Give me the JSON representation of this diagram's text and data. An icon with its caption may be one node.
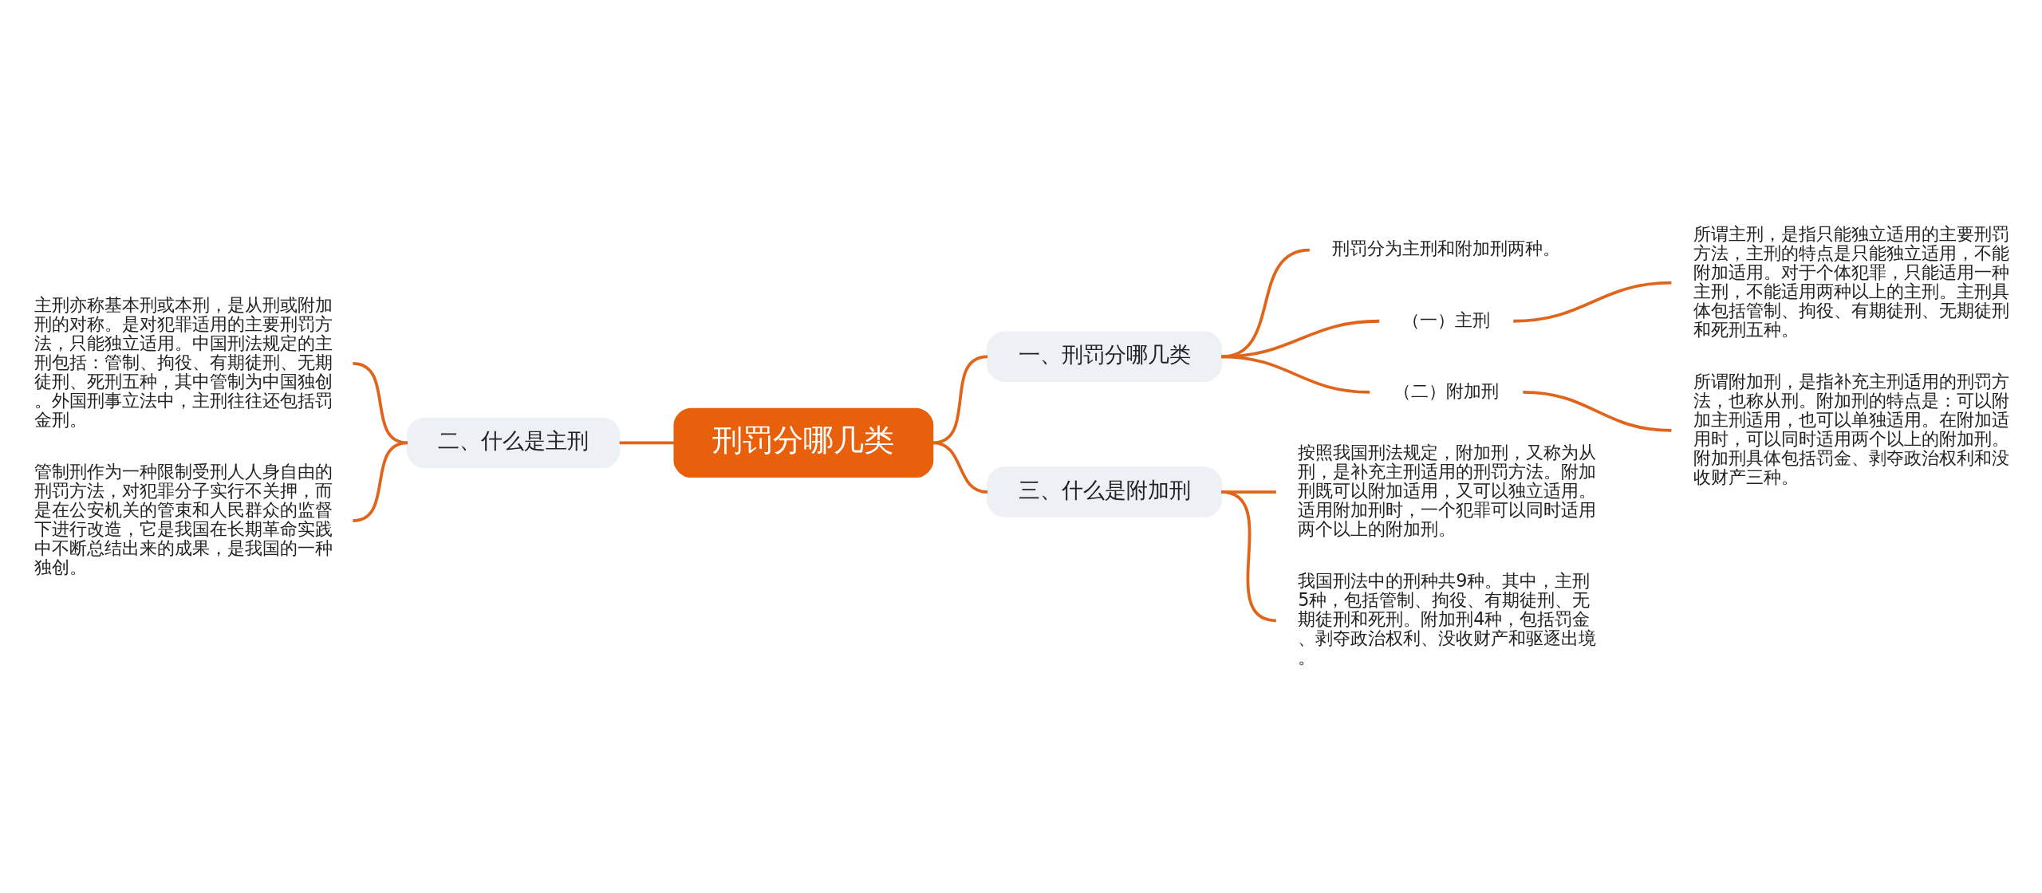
{
  "diagram": {
    "nodes": [
      {
        "text": [
          "刑罚分哪几类"
        ]
      },
      {
        "text": [
          "一、刑罚分哪几类"
        ]
      },
      {
        "text": [
          "刑罚分为主刑和附加刑两种。"
        ]
      },
      {
        "text": [
          "（一）主刑"
        ]
      },
      {
        "text": [
          "所谓主刑，是指只能独立适用的主要刑罚方法，主刑的特点是只能独立适用，不能附加适用。对于个体犯罪，只能适用一种主刑，不能适用两种以上的主刑。主刑具体包括管制、拘役、有期徒刑、无期徒刑和死刑五种。"
        ]
      },
      {
        "text": [
          "（二）附加刑"
        ]
      },
      {
        "text": [
          "所谓附加刑，是指补充主刑适用的刑罚方法，也称从刑。附加刑的特点是：可以附加主刑适用，也可以单独适用。在附加适用时，可以同时适用两个以上的附加刑。附加刑具体包括罚金、剥夺政治权利和没收财产三种。"
        ]
      },
      {
        "text": [
          "二、什么是主刑"
        ]
      },
      {
        "text": [
          "主刑亦称基本刑或本刑，是从刑或附加刑的对称。是对犯罪适用的主要刑罚方法，只能独立适用。中国刑法规定的主刑包括：管制、拘役、有期徒刑、无期徒刑、死刑五种，其中管制为中国独创。外国刑事立法中，主刑往往还包括罚金刑。"
        ]
      },
      {
        "text": [
          "管制刑作为一种限制受刑人人身自由的刑罚方法，对犯罪分子实行不关押，而是在公安机关的管束和人民群众的监督下进行改造，它是我国在长期革命实践中不断总结出来的成果，是我国的一种独创。"
        ]
      },
      {
        "text": [
          "三、什么是附加刑"
        ]
      },
      {
        "text": [
          "按照我国刑法规定，附加刑，又称为从刑，是补充主刑适用的刑罚方法。附加刑既可以附加适用，又可以独立适用。适用附加刑时，一个犯罪可以同时适用两个以上的附加刑。"
        ]
      },
      {
        "text": [
          "我国刑法中的刑种共9种。其中，主刑5种，包括管制、拘役、有期徒刑、无期徒刑和死刑。附加刑4种，包括罚金、剥夺政治权利、没收财产和驱逐出境。"
        ]
      }
    ],
    "edges": [
      {
        "from": 0,
        "to": 1,
        "arrow": "none"
      },
      {
        "from": 1,
        "to": 2,
        "arrow": "none"
      },
      {
        "from": 1,
        "to": 3,
        "arrow": "none"
      },
      {
        "from": 3,
        "to": 4,
        "arrow": "none"
      },
      {
        "from": 1,
        "to": 5,
        "arrow": "none"
      },
      {
        "from": 5,
        "to": 6,
        "arrow": "none"
      },
      {
        "from": 0,
        "to": 7,
        "arrow": "none"
      },
      {
        "from": 7,
        "to": 8,
        "arrow": "none"
      },
      {
        "from": 7,
        "to": 9,
        "arrow": "none"
      },
      {
        "from": 0,
        "to": 10,
        "arrow": "none"
      },
      {
        "from": 10,
        "to": 11,
        "arrow": "none"
      },
      {
        "from": 10,
        "to": 12,
        "arrow": "none"
      }
    ]
  }
}
